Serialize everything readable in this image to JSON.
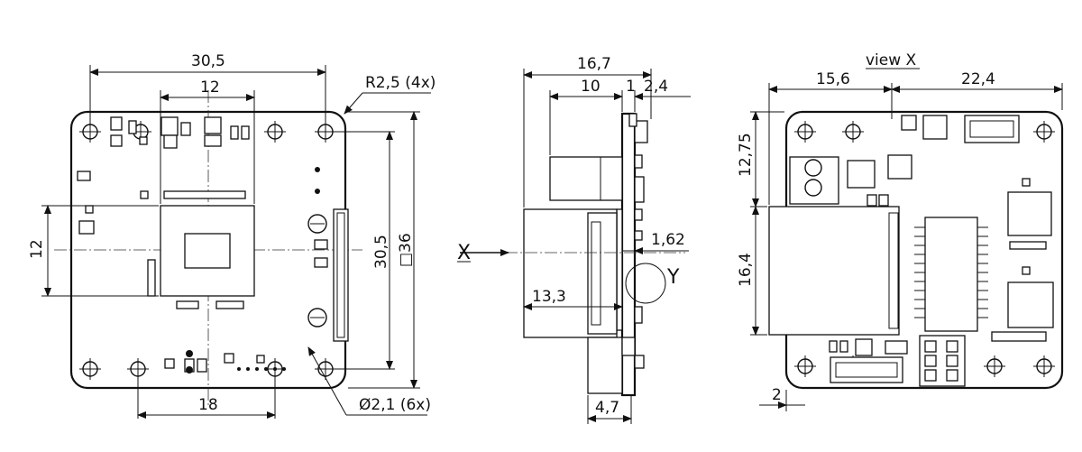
{
  "front_view": {
    "dim_width_holes": "30,5",
    "dim_sensor_width": "12",
    "dim_corner_radius": "R2,5 (4x)",
    "dim_sensor_height": "12",
    "dim_height_holes": "30,5",
    "dim_board_size": "□36",
    "dim_bottom_holes": "18",
    "dim_hole_diameter": "Ø2,1 (6x)"
  },
  "side_view": {
    "dim_total_depth": "16,7",
    "dim_lens_mount": "10",
    "dim_gap": "1",
    "dim_board_stack": "2,4",
    "dim_pcb_thickness": "1,62",
    "dim_mount_depth": "13,3",
    "dim_connector_depth": "4,7",
    "arrow_label": "X",
    "detail_label": "Y"
  },
  "back_view": {
    "title": "view X",
    "dim_left": "15,6",
    "dim_right": "22,4",
    "dim_top": "12,75",
    "dim_mid": "16,4",
    "dim_edge": "2"
  }
}
